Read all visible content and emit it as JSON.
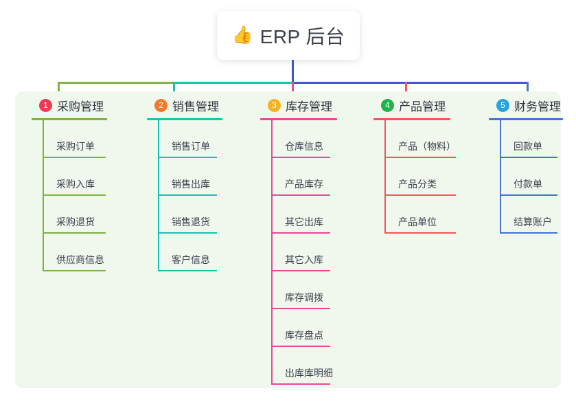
{
  "diagram": {
    "root": {
      "icon": "thumbs-up-icon",
      "icon_glyph": "👍",
      "label": "ERP 后台"
    },
    "panel_color": "#f0f7ec",
    "connector_colors": {
      "root_stem": "#4553c8",
      "segment_green": "#7cb342",
      "segment_teal": "#14b8a6",
      "segment_blue": "#4553c8"
    },
    "columns": [
      {
        "index": "1",
        "badge_color": "#ec3a55",
        "line_color": "#7cb342",
        "title": "采购管理",
        "items": [
          "采购订单",
          "采购入库",
          "采购退货",
          "供应商信息"
        ]
      },
      {
        "index": "2",
        "badge_color": "#f4792b",
        "line_color": "#14c4b0",
        "title": "销售管理",
        "items": [
          "销售订单",
          "销售出库",
          "销售退货",
          "客户信息"
        ]
      },
      {
        "index": "3",
        "badge_color": "#f5b324",
        "line_color": "#ec4899",
        "title": "库存管理",
        "items": [
          "仓库信息",
          "产品库存",
          "其它出库",
          "其它入库",
          "库存调拨",
          "库存盘点",
          "出库库明细"
        ]
      },
      {
        "index": "4",
        "badge_color": "#22b24c",
        "line_color": "#f4555a",
        "title": "产品管理",
        "items": [
          "产品（物料）",
          "产品分类",
          "产品单位"
        ]
      },
      {
        "index": "5",
        "badge_color": "#29a3e0",
        "line_color": "#4472d8",
        "title": "财务管理",
        "items": [
          "回款单",
          "付款单",
          "结算账户"
        ]
      }
    ]
  }
}
